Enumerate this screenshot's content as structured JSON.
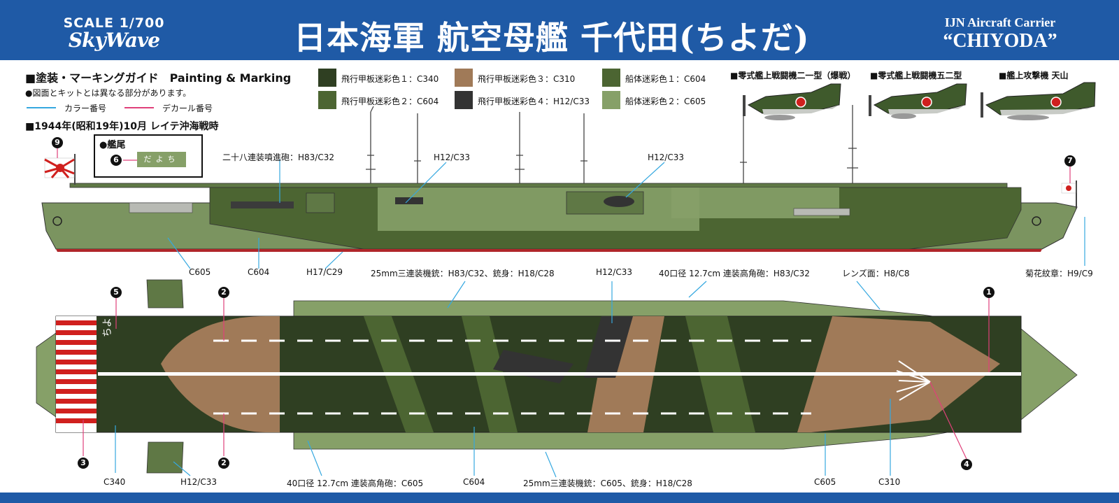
{
  "header": {
    "scale": "SCALE 1/700",
    "brand": "SkyWave",
    "title_jp": "日本海軍 航空母艦 千代田(ちよだ)",
    "title_en_1": "IJN Aircraft Carrier",
    "title_en_2": "“CHIYODA”"
  },
  "guide": {
    "title": "■塗装・マーキングガイド　Painting & Marking",
    "note": "●図面とキットとは異なる部分があります。",
    "legend_color": "カラー番号",
    "legend_decal": "デカール番号",
    "period": "■1944年(昭和19年)10月 レイテ沖海戦時",
    "stern_title": "●艦尾",
    "stern_decal": "だよち"
  },
  "swatches": [
    {
      "label": "飛行甲板迷彩色１：C340",
      "color": "#2f3f22"
    },
    {
      "label": "飛行甲板迷彩色２：C604",
      "color": "#4c6532"
    },
    {
      "label": "飛行甲板迷彩色３：C310",
      "color": "#a07a58"
    },
    {
      "label": "飛行甲板迷彩色４：H12/C33",
      "color": "#333333"
    },
    {
      "label": "船体迷彩色１：C604",
      "color": "#4c6532"
    },
    {
      "label": "船体迷彩色２：C605",
      "color": "#86a068"
    }
  ],
  "planes": [
    {
      "label": "■零式艦上戦闘機二一型（爆戦）"
    },
    {
      "label": "■零式艦上戦闘機五二型"
    },
    {
      "label": "■艦上攻撃機 天山"
    }
  ],
  "callouts_side": {
    "rocket": "二十八連装噴進砲：H83/C32",
    "h12a": "H12/C33",
    "h12b": "H12/C33",
    "c605": "C605",
    "c604": "C604",
    "h17": "H17/C29",
    "mg25": "25mm三連装機銃：H83/C32、銃身：H18/C28",
    "h12c": "H12/C33",
    "aa40": "40口径 12.7cm 連装高角砲：H83/C32",
    "lens": "レンズ面：H8/C8",
    "crest": "菊花紋章：H9/C9"
  },
  "callouts_top": {
    "c340": "C340",
    "h12": "H12/C33",
    "aa40": "40口径 12.7cm 連装高角砲：C605",
    "c604": "C604",
    "mg25": "25mm三連装機銃：C605、銃身：H18/C28",
    "c605": "C605",
    "c310": "C310"
  },
  "decals": {
    "n1": "1",
    "n2a": "2",
    "n2b": "2",
    "n3": "3",
    "n4": "4",
    "n5": "5",
    "n6": "6",
    "n7": "7",
    "n9": "9"
  },
  "colors": {
    "header_blue": "#1f5aa6",
    "color_line": "#35a8e0",
    "decal_line": "#e0407a",
    "hull_dark": "#4c6532",
    "hull_light": "#86a068",
    "deck_dark": "#2f3f22",
    "deck_brown": "#a07a58",
    "waterline": "#b0262a"
  }
}
